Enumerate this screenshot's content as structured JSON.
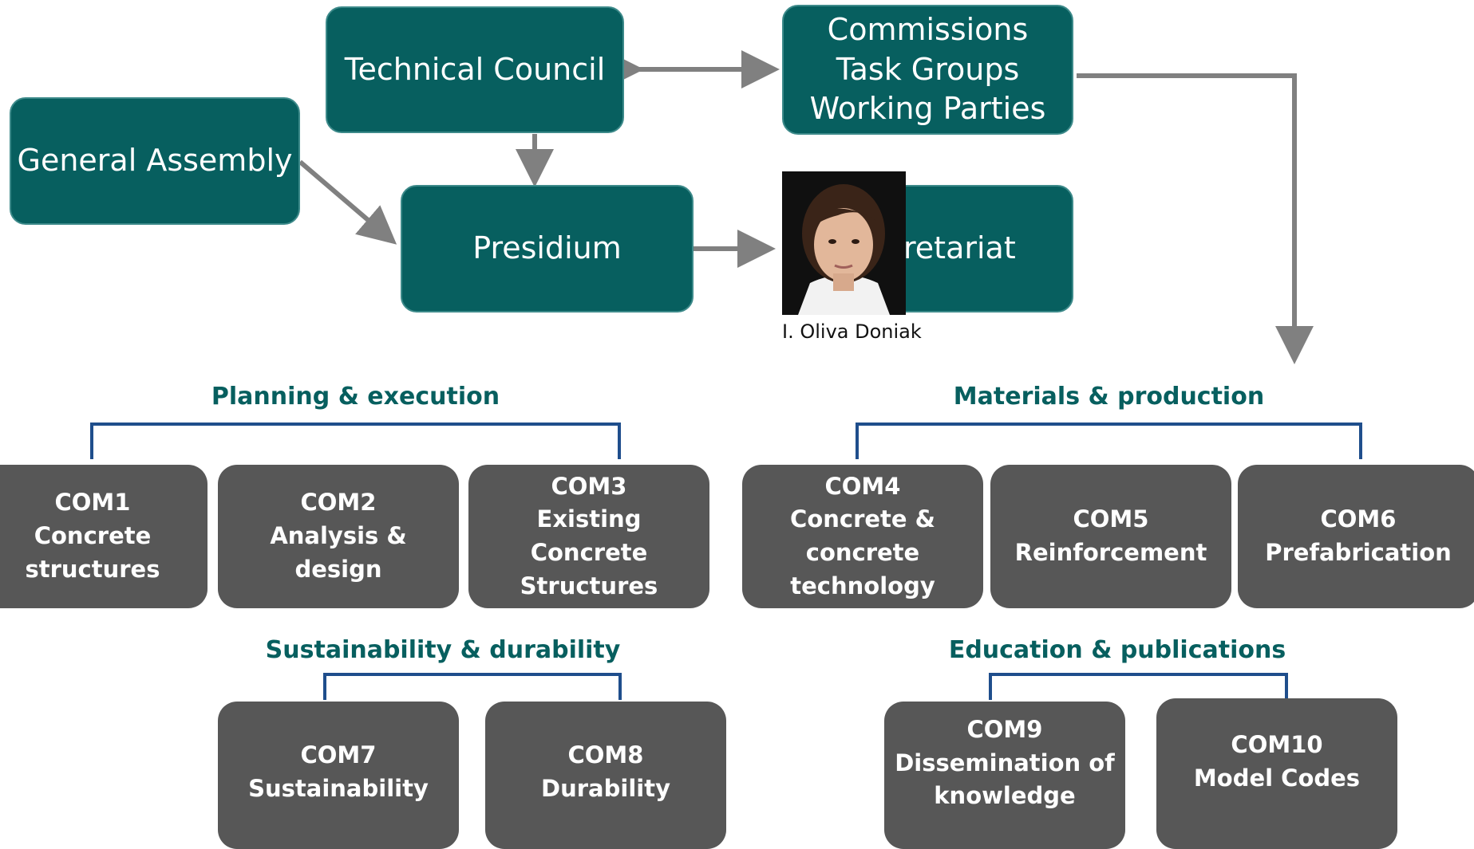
{
  "org_boxes": {
    "technical_council": "Technical Council",
    "commissions": [
      "Commissions",
      "Task Groups",
      "Working Parties"
    ],
    "general_assembly": "General Assembly",
    "presidium": "Presidium",
    "secretariat_visible": "retariat"
  },
  "photo": {
    "caption": "I. Oliva Doniak"
  },
  "groups": {
    "planning": "Planning & execution",
    "materials": "Materials & production",
    "sustainability": "Sustainability & durability",
    "education": "Education & publications"
  },
  "commissions_list": [
    {
      "code": "COM1",
      "lines": [
        "Concrete",
        "structures"
      ]
    },
    {
      "code": "COM2",
      "lines": [
        "Analysis &",
        "design"
      ]
    },
    {
      "code": "COM3",
      "lines": [
        "Existing",
        "Concrete",
        "Structures"
      ]
    },
    {
      "code": "COM4",
      "lines": [
        "Concrete &",
        "concrete",
        "technology"
      ]
    },
    {
      "code": "COM5",
      "lines": [
        "Reinforcement"
      ]
    },
    {
      "code": "COM6",
      "lines": [
        "Prefabrication"
      ]
    },
    {
      "code": "COM7",
      "lines": [
        "Sustainability"
      ]
    },
    {
      "code": "COM8",
      "lines": [
        "Durability"
      ]
    },
    {
      "code": "COM9",
      "lines": [
        "Dissemination of",
        "knowledge"
      ]
    },
    {
      "code": "COM10",
      "lines": [
        "Model Codes"
      ]
    }
  ],
  "colors": {
    "teal_box": "#075f5f",
    "gray_box": "#575757",
    "group_title": "#075f5f",
    "bracket": "#1f4e8c",
    "arrow": "#808080"
  }
}
